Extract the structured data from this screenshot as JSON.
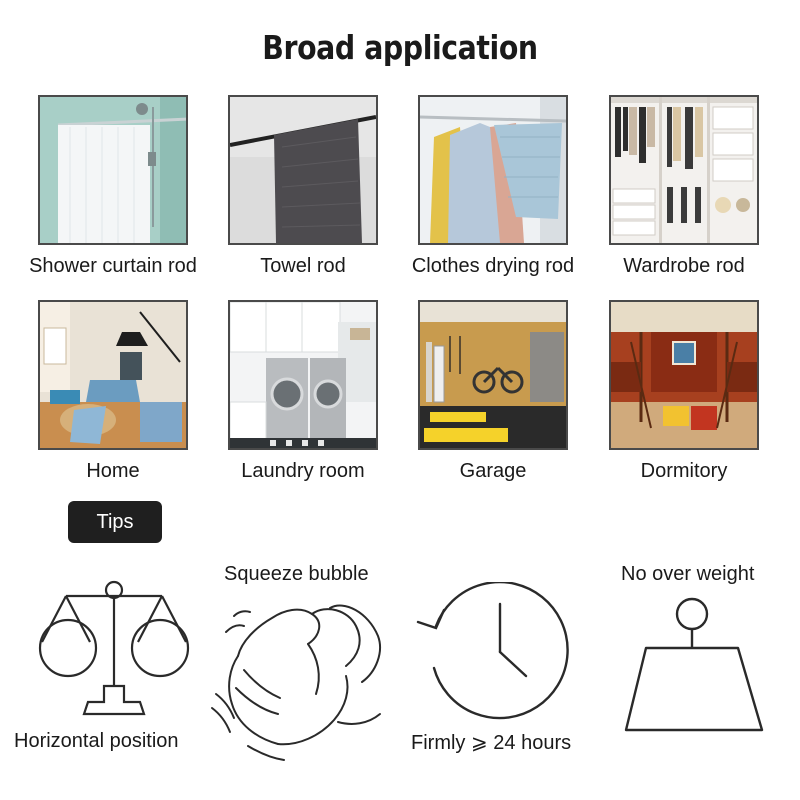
{
  "title": "Broad application",
  "applications": [
    {
      "label": "Shower curtain rod",
      "icon": "shower-curtain-photo"
    },
    {
      "label": "Towel rod",
      "icon": "towel-rod-photo"
    },
    {
      "label": "Clothes drying rod",
      "icon": "clothes-drying-photo"
    },
    {
      "label": "Wardrobe rod",
      "icon": "wardrobe-photo"
    },
    {
      "label": "Home",
      "icon": "home-photo"
    },
    {
      "label": "Laundry room",
      "icon": "laundry-photo"
    },
    {
      "label": "Garage",
      "icon": "garage-photo"
    },
    {
      "label": "Dormitory",
      "icon": "dormitory-photo"
    }
  ],
  "tips": {
    "badge": "Tips",
    "items": [
      {
        "label": "Horizontal position",
        "icon": "balance-scale-icon"
      },
      {
        "label": "Squeeze bubble",
        "icon": "hands-squeeze-icon"
      },
      {
        "label": "Firmly ⩾ 24 hours",
        "icon": "clock-icon"
      },
      {
        "label": "No over weight",
        "icon": "hanging-weight-icon"
      }
    ]
  },
  "colors": {
    "badge_bg": "#1f1f1f",
    "text": "#1a1a1a",
    "frame": "#4a4a4a"
  }
}
